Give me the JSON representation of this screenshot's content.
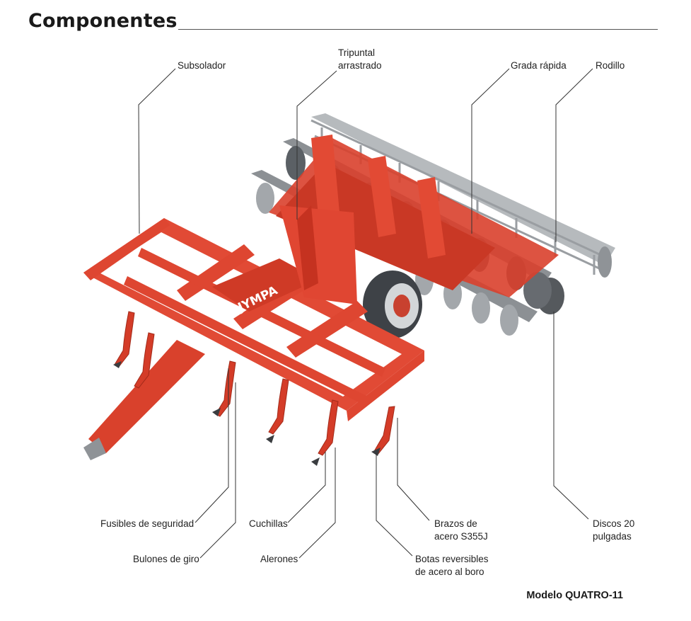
{
  "header": {
    "title": "Componentes"
  },
  "labels": {
    "subsolador": "Subsolador",
    "tripuntal": [
      "Tripuntal",
      "arrastrado"
    ],
    "grada": "Grada rápida",
    "rodillo": "Rodillo",
    "fusibles": "Fusibles de seguridad",
    "bulones": "Bulones de giro",
    "cuchillas": "Cuchillas",
    "alerones": "Alerones",
    "brazos": [
      "Brazos de",
      "acero S355J"
    ],
    "botas": [
      "Botas reversibles",
      "de acero al boro"
    ],
    "discos": [
      "Discos 20",
      "pulgadas"
    ]
  },
  "brand": {
    "logo_text": "JYMPA"
  },
  "footer": {
    "model": "Modelo QUATRO-11"
  },
  "colors": {
    "frame_red": "#e0402d",
    "frame_dark": "#b52c1d",
    "disc_grey": "#8e9296",
    "leader": "#333333"
  }
}
